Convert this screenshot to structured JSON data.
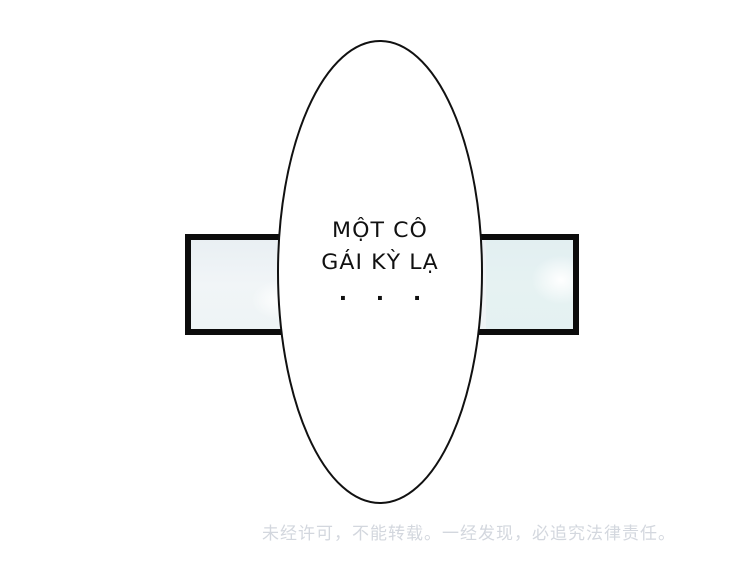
{
  "panel": {
    "border_color": "#0c0c0c",
    "fill_color": "#eef4f5"
  },
  "speech_bubble": {
    "line1": "MỘT CÔ",
    "line2": "GÁI KỲ LẠ",
    "line3": ". . .",
    "outline_color": "#111111",
    "fill_color": "#ffffff"
  },
  "watermark": {
    "text": "未经许可，不能转载。一经发现，必追究法律责任。",
    "color": "#d3d7de"
  }
}
